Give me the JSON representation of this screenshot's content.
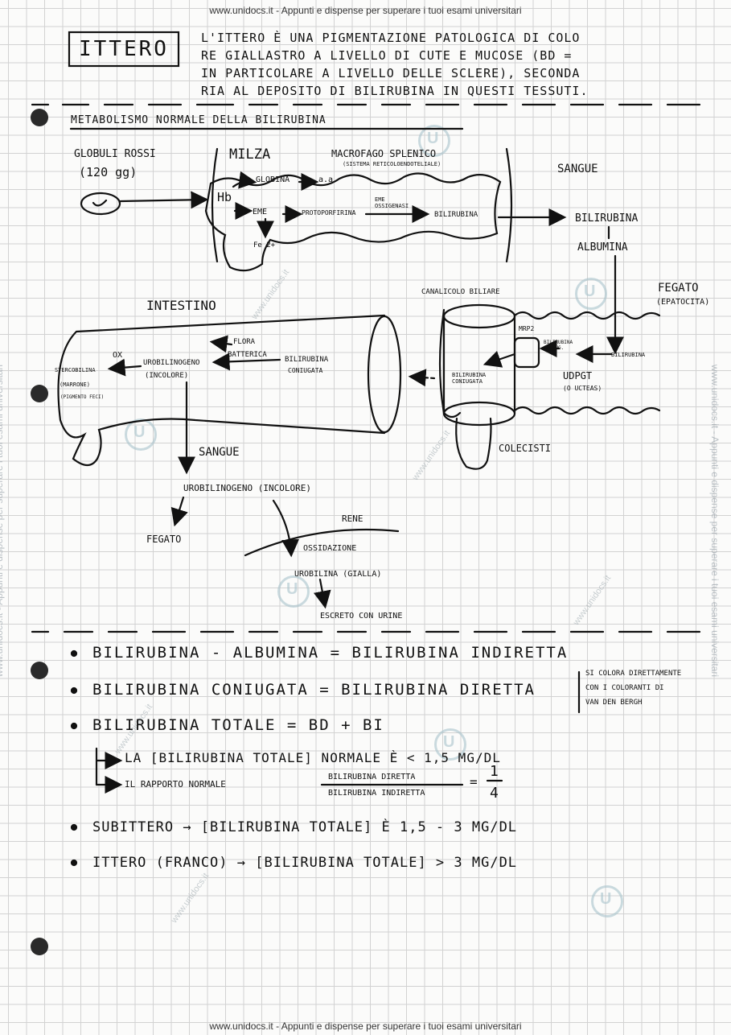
{
  "watermark": {
    "text": "www.unidocs.it - Appunti e dispense per superare i tuoi esami universitari",
    "diag": "www.unidocs.it"
  },
  "title": "ITTERO",
  "intro": {
    "line1": "L'ITTERO È UNA PIGMENTAZIONE PATOLOGICA DI COLO",
    "line2": "RE GIALLASTRO A LIVELLO DI CUTE E MUCOSE (BD =",
    "line3": "IN PARTICOLARE A LIVELLO DELLE SCLERE), SECONDA",
    "line4": "RIA AL DEPOSITO DI BILIRUBINA IN QUESTI TESSUTI."
  },
  "section_heading": "METABOLISMO NORMALE DELLA BILIRUBINA",
  "diagram": {
    "globuli_rossi": "GLOBULI ROSSI",
    "vita": "(120 gg)",
    "milza": "MILZA",
    "macrofago": "MACROFAGO SPLENICO",
    "sistema": "(SISTEMA RETICOLOENDOTELIALE)",
    "hb": "Hb",
    "globina": "GLOBINA",
    "aa": "a.a.",
    "eme": "EME",
    "protoporfirina": "PROTOPORFIRINA",
    "eme_ossigenasi": "EME OSSIGENASI",
    "bilirubina": "BILIRUBINA",
    "fe": "Fe 2+",
    "sangue1": "SANGUE",
    "bilirubina_alb1": "BILIRUBINA",
    "bilirubina_alb2": "ALBUMINA",
    "fegato": "FEGATO",
    "epatocita": "(EPATOCITA)",
    "canalicolo": "CANALICOLO BILIARE",
    "mrp2": "MRP2",
    "bilirubina_coniug_small": "BILIRUBINA CONIUG.",
    "bilirubina_in": "BILIRUBINA",
    "udpgt": "UDPGT",
    "o_ucteas": "(O UCTEAS)",
    "bilirubina_coniugata_fegato": "BILIRUBINA CONIUGATA",
    "colecisti": "COLECISTI",
    "intestino": "INTESTINO",
    "flora": "FLORA",
    "batterica": "BATTERICA",
    "bilirubina_coniugata_int1": "BILIRUBINA",
    "bilirubina_coniugata_int2": "CONIUGATA",
    "urobilinogeno": "UROBILINOGENO",
    "incolore": "(INCOLORE)",
    "ox": "OX",
    "stercobilina": "STERCOBILINA",
    "marrone": "(MARRONE)",
    "pigmento": "(PIGMENTO FECI)",
    "sangue2": "SANGUE",
    "urobilinogeno_sangue": "UROBILINOGENO (INCOLORE)",
    "fegato2": "FEGATO",
    "rene": "RENE",
    "ossidazione": "OSSIDAZIONE",
    "urobilina": "UROBILINA (GIALLA)",
    "escreto": "ESCRETO CON URINE"
  },
  "notes": {
    "n1": "BILIRUBINA - ALBUMINA = BILIRUBINA INDIRETTA",
    "n2": "BILIRUBINA CONIUGATA = BILIRUBINA DIRETTA",
    "n2_side1": "SI COLORA DIRETTAMENTE",
    "n2_side2": "CON I COLORANTI DI",
    "n2_side3": "VAN DEN BERGH",
    "n3": "BILIRUBINA TOTALE = BD + BI",
    "n3a": "LA [BILIRUBINA TOTALE] NORMALE È < 1,5 mg/dL",
    "n3b_pre": "IL RAPPORTO NORMALE",
    "n3b_num": "BILIRUBINA DIRETTA",
    "n3b_den": "BILIRUBINA INDIRETTA",
    "n3b_val_num": "1",
    "n3b_val_den": "4",
    "n3b_eq": "=",
    "n4": "SUBITTERO → [BILIRUBINA TOTALE] è 1,5 - 3 mg/dL",
    "n5": "ITTERO (FRANCO) → [BILIRUBINA TOTALE] > 3 mg/dL"
  }
}
